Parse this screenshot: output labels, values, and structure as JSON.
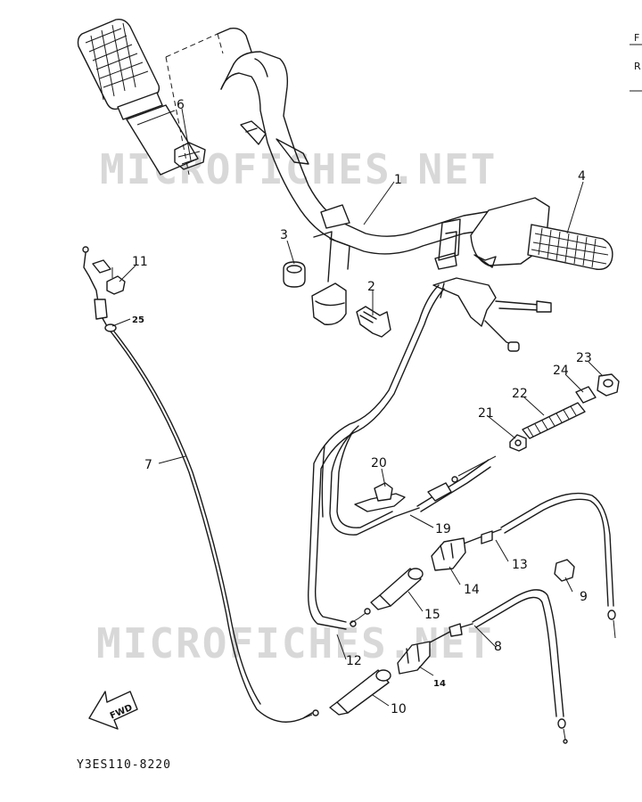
{
  "watermark": "MICROFICHES.NET",
  "diagram_code": "Y3ES110-8220",
  "fwd_label": "FWD",
  "edge_text": [
    "F",
    "R"
  ],
  "callouts": {
    "c1": "1",
    "c2": "2",
    "c3": "3",
    "c4": "4",
    "c6": "6",
    "c7": "7",
    "c8": "8",
    "c9": "9",
    "c10": "10",
    "c11": "11",
    "c12": "12",
    "c13": "13",
    "c14a": "14",
    "c14b": "14",
    "c15": "15",
    "c19": "19",
    "c20": "20",
    "c21": "21",
    "c22": "22",
    "c23": "23",
    "c24": "24",
    "c25": "25"
  }
}
